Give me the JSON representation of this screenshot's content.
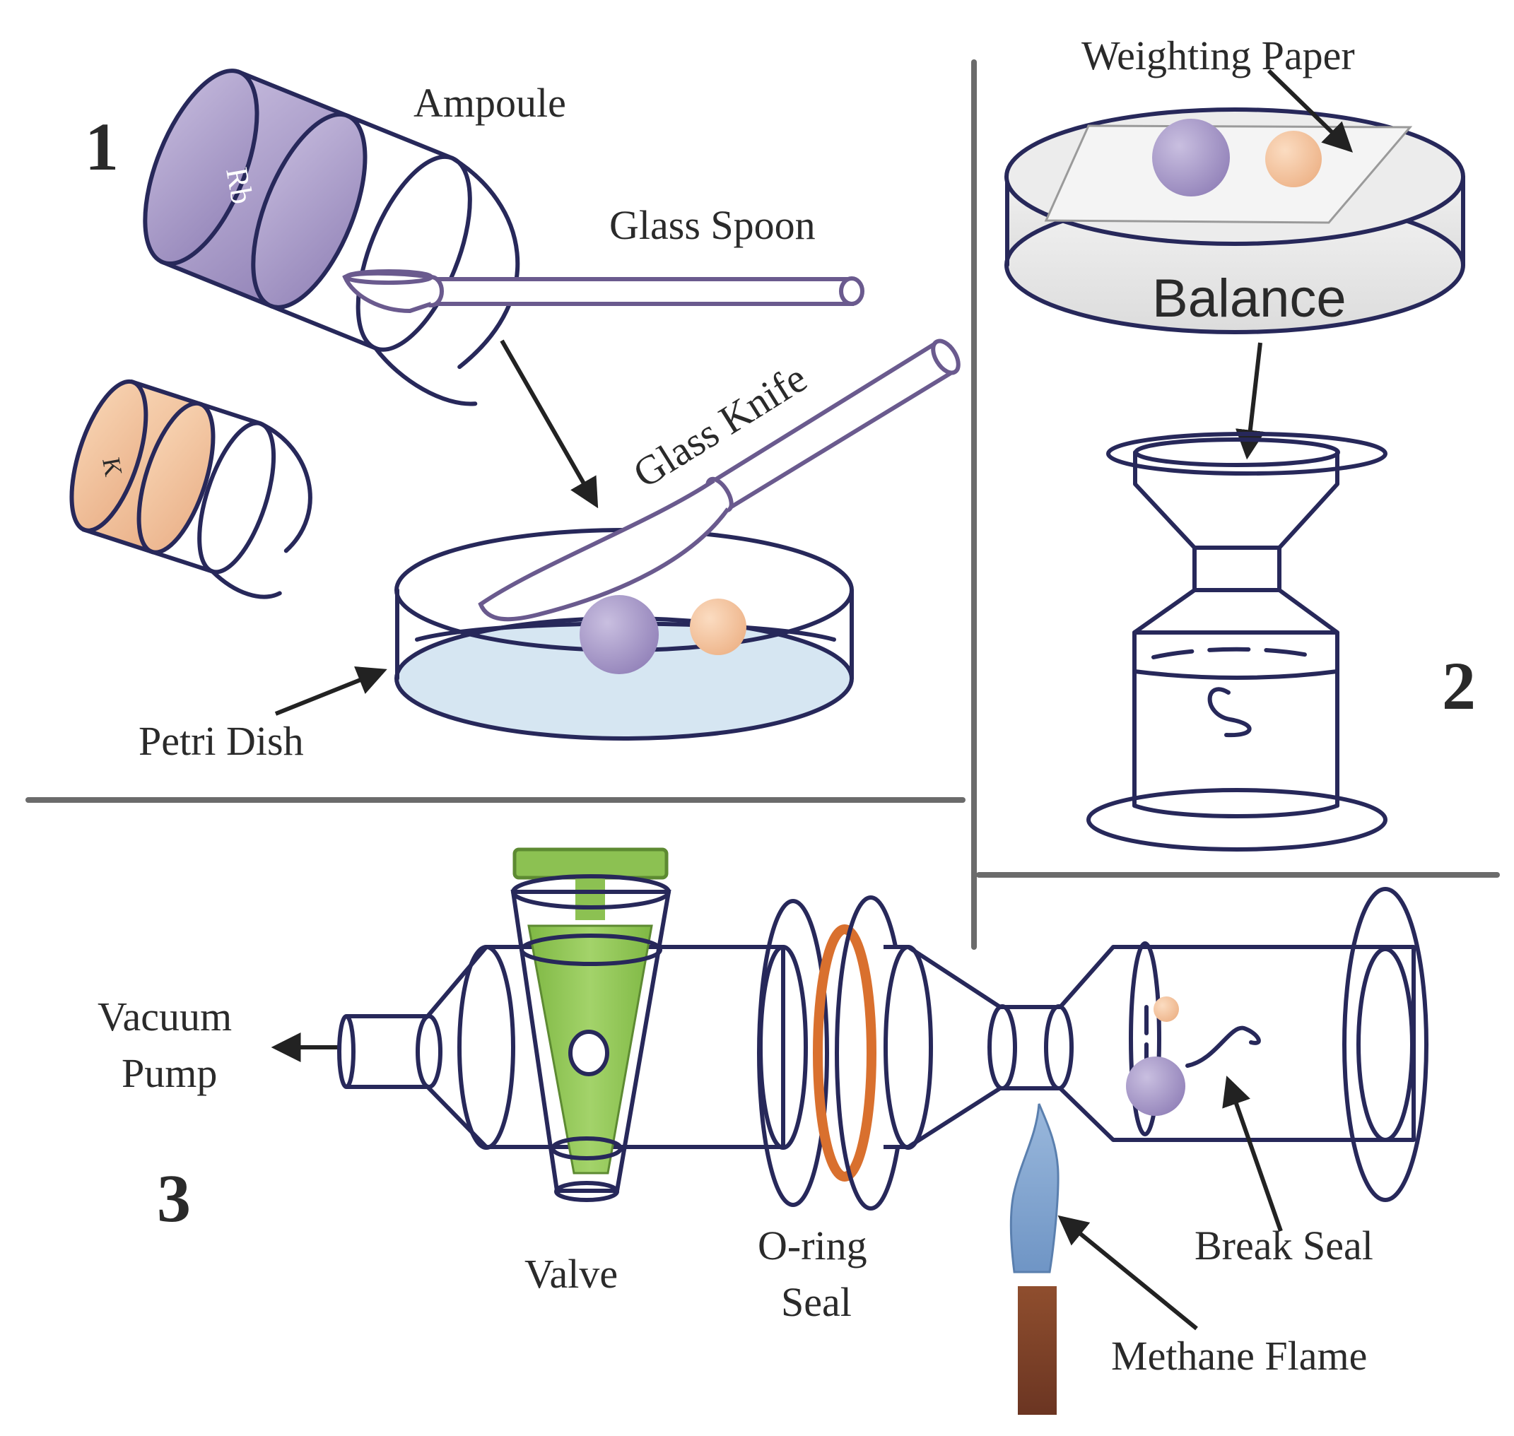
{
  "panels": {
    "p1": {
      "number": "1",
      "labels": {
        "ampoule": "Ampoule",
        "glass_spoon": "Glass Spoon",
        "glass_knife": "Glass Knife",
        "petri_dish": "Petri Dish",
        "rb": "Rb",
        "k": "K"
      }
    },
    "p2": {
      "number": "2",
      "labels": {
        "weighting_paper": "Weighting Paper",
        "balance": "Balance"
      }
    },
    "p3": {
      "number": "3",
      "labels": {
        "vacuum": "Vacuum",
        "pump": "Pump",
        "valve": "Valve",
        "oring_1": "O-ring",
        "oring_2": "Seal",
        "break_seal": "Break Seal",
        "methane_flame": "Methane Flame"
      }
    }
  },
  "colors": {
    "rb": "#a99cc7",
    "k": "#f3c6a1",
    "glass_outline": "#27285a",
    "tool": "#6a5a8e",
    "valve": "#8cc152",
    "oring": "#d9702e",
    "flame": "#7ea3cf",
    "burner": "#8a4a2c",
    "petri_liquid": "#d6e6f2"
  }
}
